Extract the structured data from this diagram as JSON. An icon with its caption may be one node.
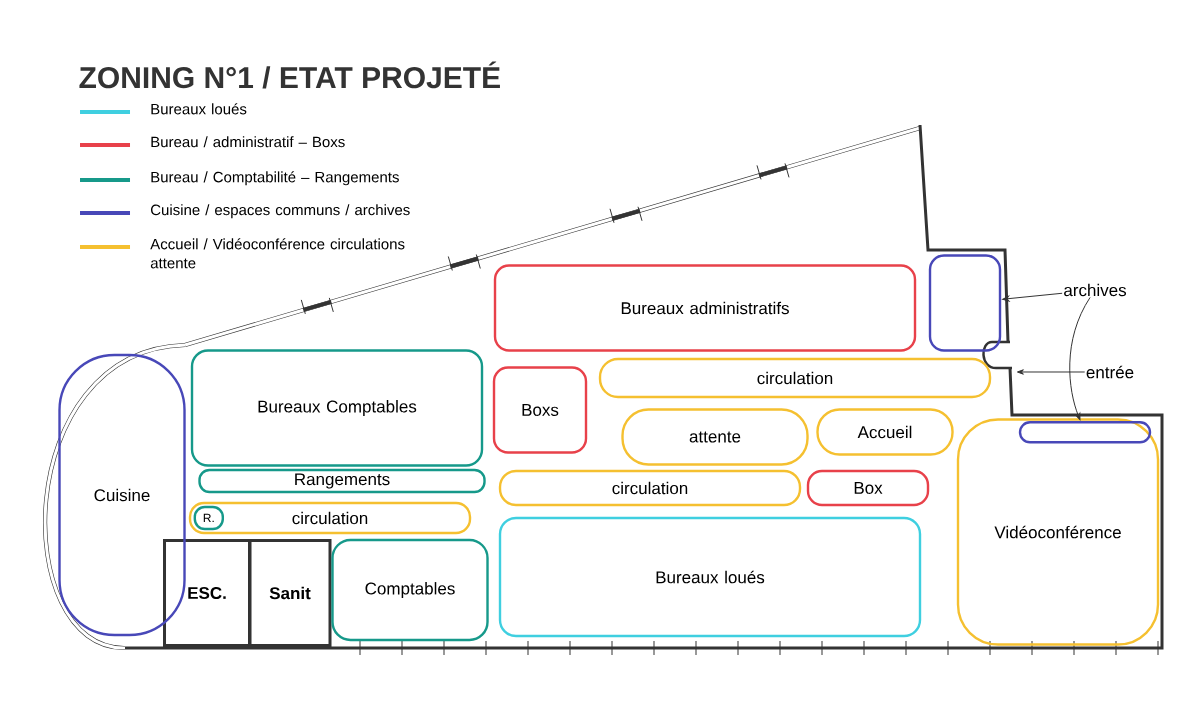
{
  "diagram": {
    "title": "ZONING N°1 / ETAT PROJETÉ",
    "nodes": [
      {
        "text": [
          "Bureaux administratifs"
        ]
      },
      {
        "text": [
          "Bureaux Comptables"
        ]
      },
      {
        "text": [
          "Boxs"
        ]
      },
      {
        "text": [
          "circulation"
        ]
      },
      {
        "text": [
          "attente"
        ]
      },
      {
        "text": [
          "Accueil"
        ]
      },
      {
        "text": [
          "Rangements"
        ]
      },
      {
        "text": [
          "circulation"
        ]
      },
      {
        "text": [
          "Box"
        ]
      },
      {
        "text": [
          "Vidéoconférence"
        ]
      },
      {
        "text": [
          "circulation"
        ]
      },
      {
        "text": [
          "R."
        ],
        "in": 10
      },
      {
        "text": [
          "ESC."
        ]
      },
      {
        "text": [
          "Sanit"
        ]
      },
      {
        "text": [
          "Comptables"
        ]
      },
      {
        "text": [
          "Bureaux loués"
        ]
      },
      {
        "text": [
          "Cuisine"
        ]
      },
      {
        "text": [],
        "shape": "box"
      },
      {
        "text": [
          "archives"
        ]
      },
      {
        "text": [],
        "shape": "bar",
        "in": 9
      },
      {
        "text": [
          "entrée"
        ]
      }
    ],
    "edges": [
      {
        "from": 18,
        "to": 17,
        "arrow": "to"
      },
      {
        "from": 18,
        "to": 19,
        "arrow": "to"
      },
      {
        "from": 20,
        "to": null,
        "arrow": "to"
      }
    ],
    "legend": [
      {
        "text": "Bureaux loués",
        "color": "#3fcfe0"
      },
      {
        "text": "Bureau / administratif – Boxs",
        "color": "#e8414a"
      },
      {
        "text": "Bureau / Comptabilité – Rangements",
        "color": "#16998a"
      },
      {
        "text": "Cuisine / espaces communs / archives",
        "color": "#4848b8"
      },
      {
        "text": "Accueil / Vidéoconférence circulations attente",
        "color": "#f5c030"
      }
    ]
  }
}
